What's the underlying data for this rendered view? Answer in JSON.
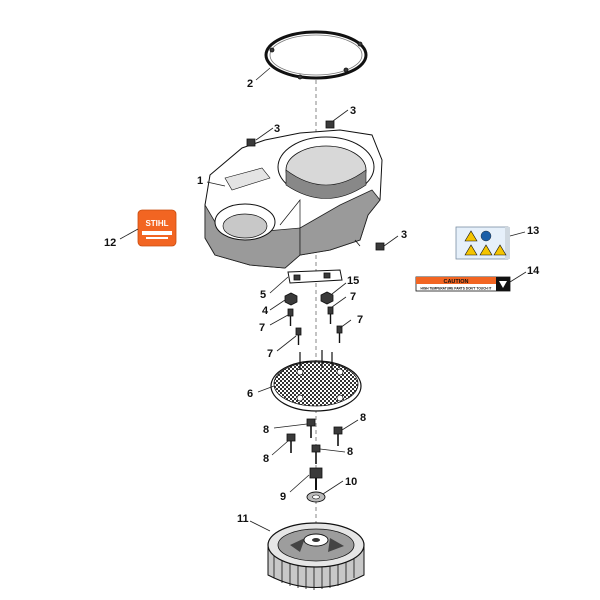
{
  "diagram": {
    "callouts": [
      {
        "id": "c1",
        "label": "1"
      },
      {
        "id": "c2",
        "label": "2"
      },
      {
        "id": "c3a",
        "label": "3"
      },
      {
        "id": "c3b",
        "label": "3"
      },
      {
        "id": "c3c",
        "label": "3"
      },
      {
        "id": "c4",
        "label": "4"
      },
      {
        "id": "c5",
        "label": "5"
      },
      {
        "id": "c6",
        "label": "6"
      },
      {
        "id": "c7a",
        "label": "7"
      },
      {
        "id": "c7b",
        "label": "7"
      },
      {
        "id": "c7c",
        "label": "7"
      },
      {
        "id": "c7d",
        "label": "7"
      },
      {
        "id": "c8a",
        "label": "8"
      },
      {
        "id": "c8b",
        "label": "8"
      },
      {
        "id": "c8c",
        "label": "8"
      },
      {
        "id": "c8d",
        "label": "8"
      },
      {
        "id": "c9",
        "label": "9"
      },
      {
        "id": "c10",
        "label": "10"
      },
      {
        "id": "c11",
        "label": "11"
      },
      {
        "id": "c12",
        "label": "12"
      },
      {
        "id": "c13",
        "label": "13"
      },
      {
        "id": "c14",
        "label": "14"
      },
      {
        "id": "c15",
        "label": "15"
      }
    ],
    "decal_12": {
      "brand": "STIHL",
      "color": "#f26522"
    },
    "decal_14": {
      "heading": "CAUTION",
      "line": "HIGH TEMPERATURE PARTS DON'T TOUCH IT",
      "color": "#f26522"
    },
    "colors": {
      "line": "#111111",
      "shade": "#9a9a9a",
      "accent": "#f26522",
      "label_bg": "#e6f0fa"
    }
  }
}
